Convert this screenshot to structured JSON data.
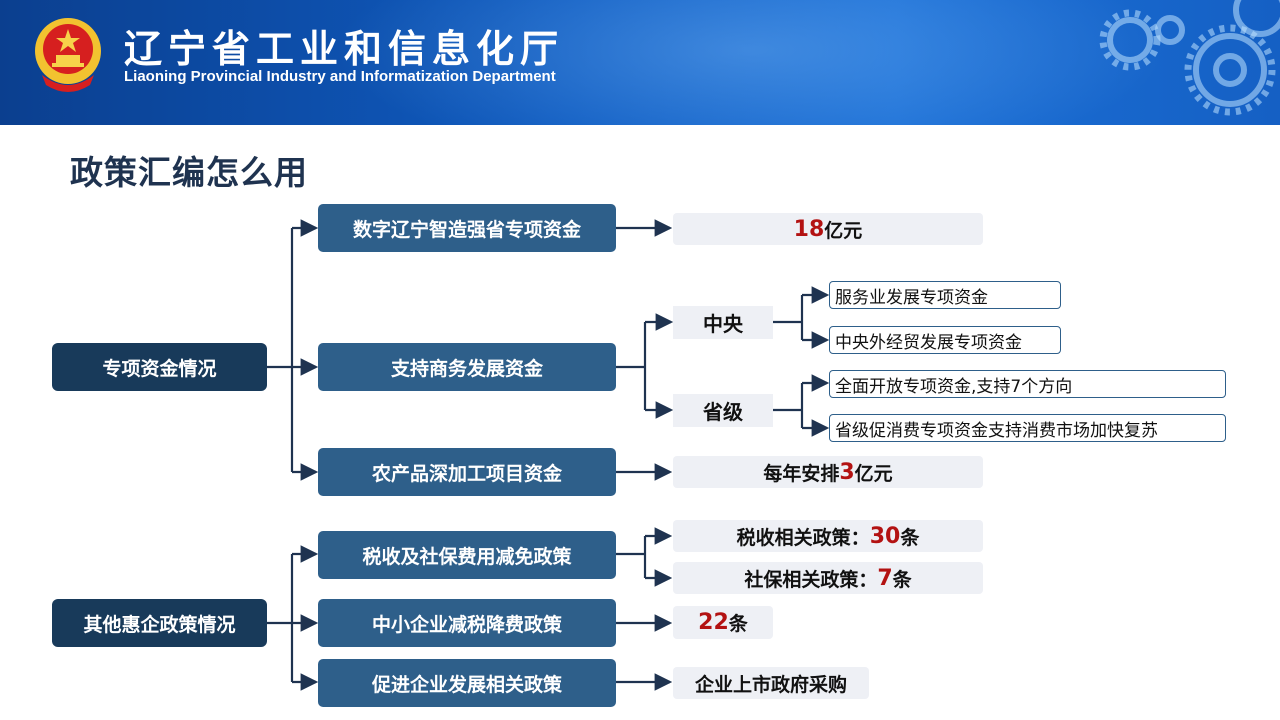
{
  "header": {
    "title_cn": "辽宁省工业和信息化厅",
    "title_en": "Liaoning Provincial Industry and Informatization Department"
  },
  "page_title": "政策汇编怎么用",
  "section1": {
    "root": "专项资金情况",
    "items": [
      {
        "label": "数字辽宁智造强省专项资金",
        "value_num": "18",
        "value_unit": "亿元"
      },
      {
        "label": "支持商务发展资金",
        "tiers": [
          {
            "label": "中央",
            "leaves": [
              "服务业发展专项资金",
              "中央外经贸发展专项资金"
            ]
          },
          {
            "label": "省级",
            "leaves": [
              "全面开放专项资金,支持7个方向",
              "省级促消费专项资金支持消费市场加快复苏"
            ]
          }
        ]
      },
      {
        "label": "农产品深加工项目资金",
        "value_pre": "每年安排",
        "value_num": "3",
        "value_unit": "亿元"
      }
    ]
  },
  "section2": {
    "root": "其他惠企政策情况",
    "items": [
      {
        "label": "税收及社保费用减免政策",
        "values": [
          {
            "pre": "税收相关政策：",
            "num": "30",
            "unit": "条"
          },
          {
            "pre": "社保相关政策：",
            "num": "7",
            "unit": "条"
          }
        ]
      },
      {
        "label": "中小企业减税降费政策",
        "value_num": "22",
        "value_unit": "条"
      },
      {
        "label": "促进企业发展相关政策",
        "value_text": "企业上市政府采购"
      }
    ]
  },
  "colors": {
    "root": "#183a5a",
    "mid": "#2e5f8a",
    "highlight": "#b31212",
    "value_bg": "#eef0f5"
  }
}
